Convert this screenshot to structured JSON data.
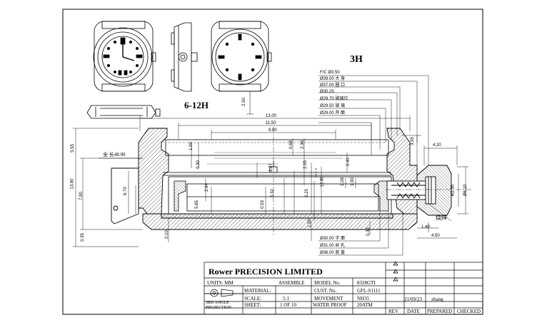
{
  "views": {
    "section_label": "3H",
    "top_label": "6-12H"
  },
  "dims": {
    "d_1300": "13.00",
    "d_1150": "11.50",
    "d_800": "8.00",
    "d_250": "2.50",
    "d_555": "5.55",
    "d_1380": "13.80",
    "d_790": "7.90",
    "d_035": "0.35",
    "d_010": "0.10",
    "d_670": "6.70",
    "d_565": "5.65",
    "d_294": "2.94",
    "d_100": "1.00",
    "d_030": "0.30",
    "d_227": "2.27",
    "d_068": "0.68",
    "d_236": "2.36",
    "d_255": "2.55",
    "d_040": "0.40",
    "d_053": "0.53",
    "d_532": "5.32",
    "d_625": "6.25",
    "d_1280": "12.80",
    "d_228": "2.28",
    "d_190": "1.90",
    "d_150": "1.50",
    "d_033": "0.33",
    "d_395": "3.95",
    "d_420": "4.20",
    "d_450": "4.50",
    "d_140": "1.40",
    "m250": "M2.50",
    "d_610": "Ø6.10",
    "total_length": "全 长48.00",
    "weld": "烧焊",
    "tol": "+0.1 -0"
  },
  "callouts": {
    "fc": "F/C Ø3.50",
    "r1": "Ø39.00 大  身",
    "r2": "Ø37.00 圈 口",
    "r3": "Ø30.25",
    "r4": "Ø29.70 玻璃位",
    "r5": "Ø29.50 玻  璃",
    "r6": "Ø29.00 开  面",
    "b1": "Ø30.00 字  面",
    "b2": "Ø31.00 丝  孔",
    "b3": "Ø36.00 底  盖"
  },
  "title_block": {
    "company": "Rower PRECISION LIMITED",
    "units_label": "UNITS:  MM",
    "assemble": "ASSEMBLE",
    "material_label": "MATERIAL:",
    "scale_label": "SCALE:",
    "scale": "5:1",
    "sheet_label": "SHEET:",
    "sheet": "1   OF  10",
    "projection": "3RD ANGLE PROJECTION",
    "model_label": "MODEL No.",
    "model": "8328GTI",
    "cust_label": "CUST.  No.",
    "cust": "GFL-S1111",
    "movement_label": "MOVEMENT",
    "movement": "NH35",
    "wp_label": "WATER PROOF",
    "wp": "20ATM",
    "date": "21/09/23",
    "preparer": "zhang",
    "rev_label": "REV",
    "date_label": "DATE",
    "prepared_label": "PREPARED",
    "checked_label": "CHECKED",
    "rev_marks": [
      "3",
      "2",
      "1"
    ]
  }
}
